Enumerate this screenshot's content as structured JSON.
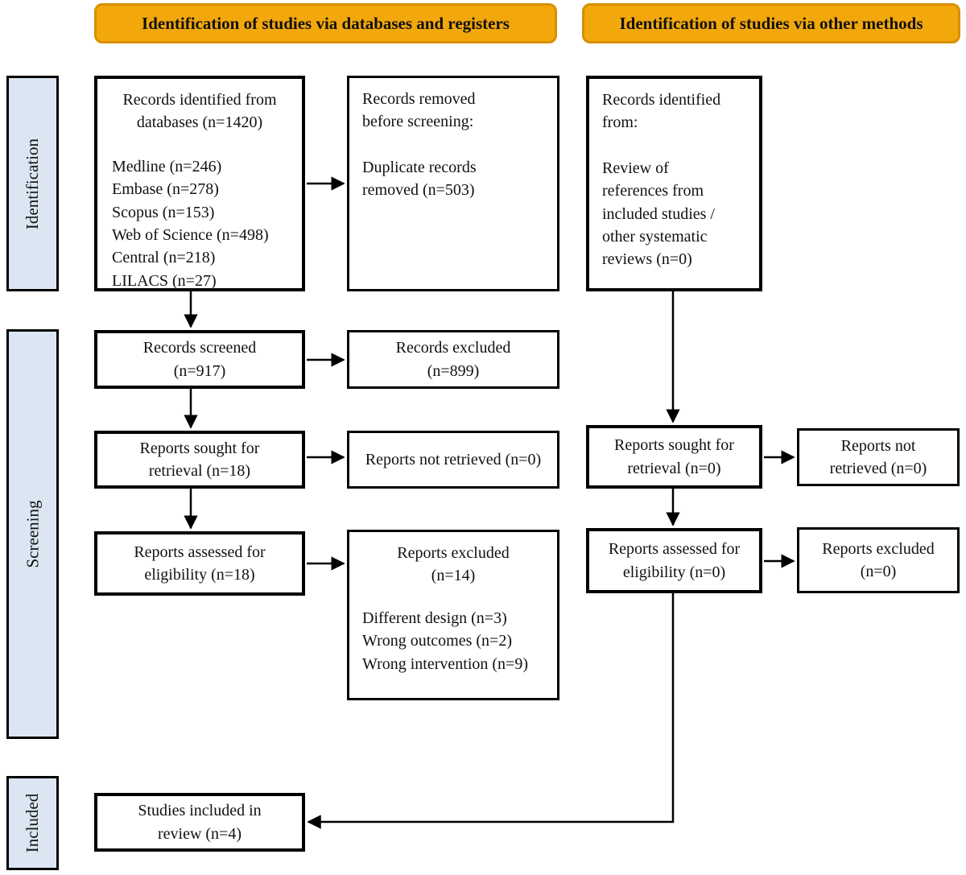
{
  "headers": {
    "databases": "Identification of studies via databases and registers",
    "other_methods": "Identification of studies via other methods"
  },
  "stages": {
    "identification": "Identification",
    "screening": "Screening",
    "included": "Included"
  },
  "colors": {
    "header_fill": "#F2A70B",
    "header_border": "#D89000",
    "stage_fill": "#DBE6F2",
    "box_border": "#000000",
    "background": "#FFFFFF"
  },
  "boxes": {
    "records_identified_db": {
      "title": "Records identified from databases (n=1420)",
      "items": [
        "Medline (n=246)",
        "Embase (n=278)",
        "Scopus (n=153)",
        "Web of Science (n=498)",
        "Central (n=218)",
        "LILACS (n=27)"
      ]
    },
    "records_removed": {
      "heading": "Records removed before screening:",
      "detail": "Duplicate records removed (n=503)"
    },
    "records_identified_other": {
      "heading": "Records identified from:",
      "detail": "Review of references from included studies / other systematic reviews (n=0)"
    },
    "records_screened": "Records screened (n=917)",
    "records_excluded": "Records excluded (n=899)",
    "reports_sought_db": "Reports sought for retrieval (n=18)",
    "reports_not_retrieved_db": "Reports not retrieved (n=0)",
    "reports_assessed_db": "Reports assessed for eligibility (n=18)",
    "reports_excluded_db": {
      "title": "Reports excluded (n=14)",
      "items": [
        "Different design (n=3)",
        "Wrong outcomes (n=2)",
        "Wrong intervention (n=9)"
      ]
    },
    "reports_sought_other": "Reports sought for retrieval (n=0)",
    "reports_not_retrieved_other": "Reports not retrieved (n=0)",
    "reports_assessed_other": "Reports assessed for eligibility (n=0)",
    "reports_excluded_other": "Reports excluded (n=0)",
    "studies_included": "Studies included in review (n=4)"
  }
}
